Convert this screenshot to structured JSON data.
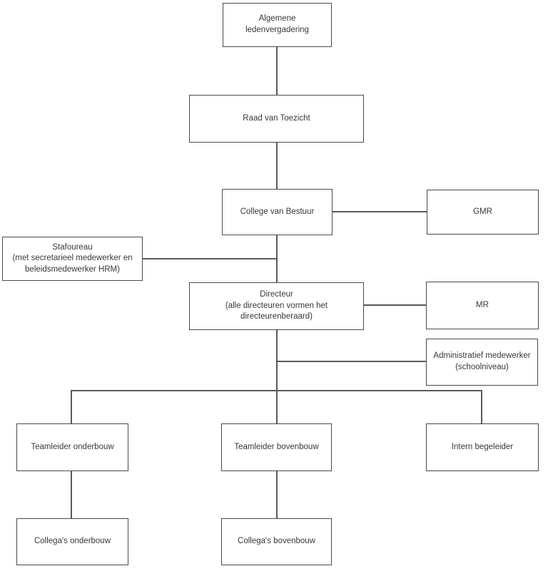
{
  "diagram": {
    "type": "org-chart",
    "nodes": [
      {
        "id": "algemene-ledenvergadering",
        "label": "Algemene\nledenvergadering"
      },
      {
        "id": "raad-van-toezicht",
        "label": "Raad van Toezicht"
      },
      {
        "id": "college-van-bestuur",
        "label": "College van Bestuur"
      },
      {
        "id": "gmr",
        "label": "GMR"
      },
      {
        "id": "stafbureau",
        "label": "Stafoureau\n(met secretarieel medewerker en\nbeleidsmedewerker HRM)"
      },
      {
        "id": "directeur",
        "label": "Directeur\n(alle directeuren vormen het\ndirecteurenberaard)"
      },
      {
        "id": "mr",
        "label": "MR"
      },
      {
        "id": "administratief-medewerker",
        "label": "Administratief medewerker\n(schoolniveau)"
      },
      {
        "id": "teamleider-onderbouw",
        "label": "Teamleider onderbouw"
      },
      {
        "id": "teamleider-bovenbouw",
        "label": "Teamleider bovenbouw"
      },
      {
        "id": "intern-begeleider",
        "label": "Intern begeleider"
      },
      {
        "id": "collegas-onderbouw",
        "label": "Collega's onderbouw"
      },
      {
        "id": "collegas-bovenbouw",
        "label": "Collega's bovenbouw"
      }
    ],
    "edges": [
      {
        "from": "algemene-ledenvergadering",
        "to": "raad-van-toezicht"
      },
      {
        "from": "raad-van-toezicht",
        "to": "college-van-bestuur"
      },
      {
        "from": "college-van-bestuur",
        "to": "gmr"
      },
      {
        "from": "stafbureau",
        "to": "college-van-bestuur-directeur-lijn"
      },
      {
        "from": "college-van-bestuur",
        "to": "directeur"
      },
      {
        "from": "directeur",
        "to": "mr"
      },
      {
        "from": "directeur",
        "to": "administratief-medewerker"
      },
      {
        "from": "directeur",
        "to": "teamleider-onderbouw"
      },
      {
        "from": "directeur",
        "to": "teamleider-bovenbouw"
      },
      {
        "from": "directeur",
        "to": "intern-begeleider"
      },
      {
        "from": "teamleider-onderbouw",
        "to": "collegas-onderbouw"
      },
      {
        "from": "teamleider-bovenbouw",
        "to": "collegas-bovenbouw"
      }
    ],
    "colors": {
      "background": "#ffffff",
      "box_border": "#4a4a4a",
      "connector": "#595959",
      "text": "#383838"
    }
  }
}
